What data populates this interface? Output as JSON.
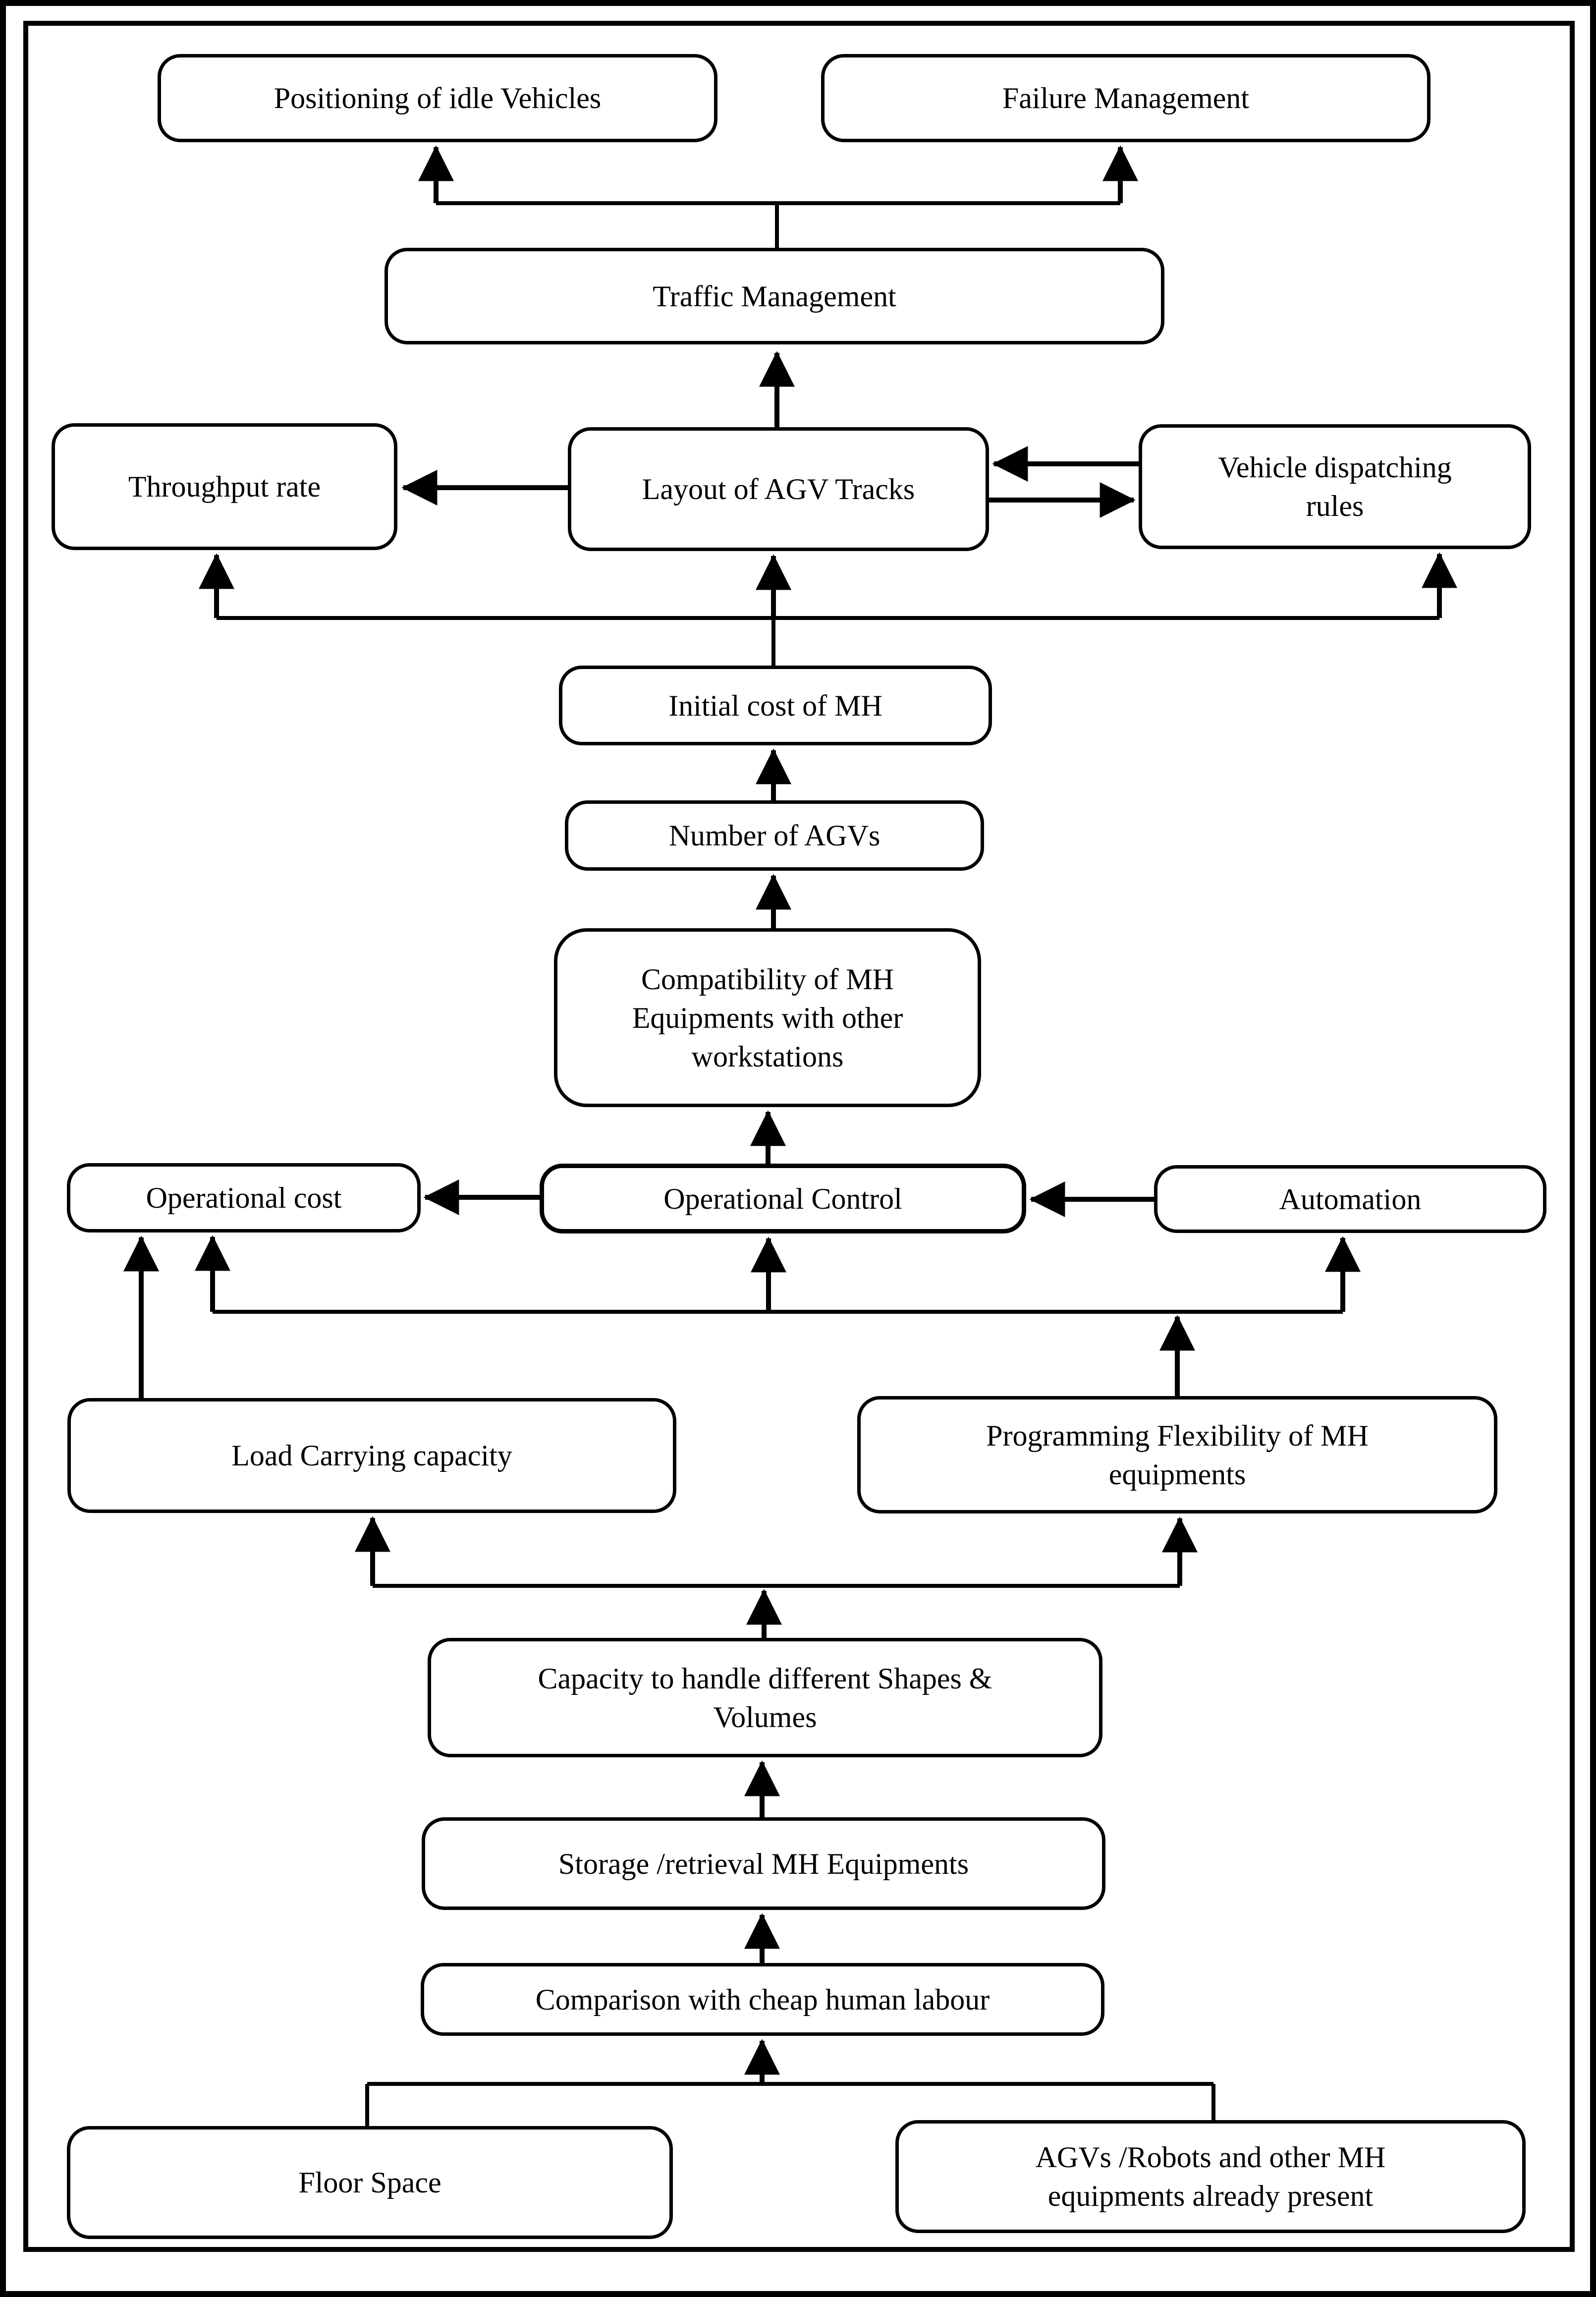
{
  "page": {
    "type": "flowchart",
    "background": "#ffffff",
    "ink": "#000000",
    "border": "double black frame"
  },
  "diagram": {
    "nodes": [
      {
        "id": "positioning",
        "label": "Positioning of idle Vehicles"
      },
      {
        "id": "failure",
        "label": "Failure Management"
      },
      {
        "id": "traffic",
        "label": "Traffic Management"
      },
      {
        "id": "throughput",
        "label": "Throughput rate"
      },
      {
        "id": "layout_tracks",
        "label": "Layout of AGV Tracks"
      },
      {
        "id": "dispatch_rules",
        "label": "Vehicle dispatching\nrules"
      },
      {
        "id": "initial_cost",
        "label": "Initial cost of MH"
      },
      {
        "id": "num_agvs",
        "label": "Number of AGVs"
      },
      {
        "id": "compatibility",
        "label": "Compatibility of MH\nEquipments with other\nworkstations"
      },
      {
        "id": "op_cost",
        "label": "Operational cost"
      },
      {
        "id": "op_control",
        "label": "Operational Control"
      },
      {
        "id": "automation",
        "label": "Automation"
      },
      {
        "id": "load_capacity",
        "label": "Load Carrying capacity"
      },
      {
        "id": "prog_flex",
        "label": "Programming Flexibility of MH\nequipments"
      },
      {
        "id": "capacity_shapes",
        "label": "Capacity to handle different Shapes &\nVolumes"
      },
      {
        "id": "storage",
        "label": "Storage /retrieval MH Equipments"
      },
      {
        "id": "comparison",
        "label": "Comparison with cheap human labour"
      },
      {
        "id": "floor_space",
        "label": "Floor Space"
      },
      {
        "id": "agvs_present",
        "label": "AGVs /Robots and other MH\nequipments already present"
      }
    ],
    "edges": [
      {
        "from": "traffic",
        "to": "positioning"
      },
      {
        "from": "traffic",
        "to": "failure"
      },
      {
        "from": "layout_tracks",
        "to": "traffic"
      },
      {
        "from": "layout_tracks",
        "to": "throughput"
      },
      {
        "from": "dispatch_rules",
        "to": "layout_tracks"
      },
      {
        "from": "layout_tracks",
        "to": "dispatch_rules"
      },
      {
        "from": "initial_cost",
        "to": "throughput"
      },
      {
        "from": "initial_cost",
        "to": "layout_tracks"
      },
      {
        "from": "initial_cost",
        "to": "dispatch_rules"
      },
      {
        "from": "num_agvs",
        "to": "initial_cost"
      },
      {
        "from": "compatibility",
        "to": "num_agvs"
      },
      {
        "from": "op_control",
        "to": "compatibility"
      },
      {
        "from": "op_control",
        "to": "op_cost"
      },
      {
        "from": "automation",
        "to": "op_control"
      },
      {
        "from": "load_capacity",
        "to": "op_cost"
      },
      {
        "from": "prog_flex",
        "to": "op_cost"
      },
      {
        "from": "prog_flex",
        "to": "op_control"
      },
      {
        "from": "prog_flex",
        "to": "automation"
      },
      {
        "from": "capacity_shapes",
        "to": "load_capacity"
      },
      {
        "from": "capacity_shapes",
        "to": "prog_flex"
      },
      {
        "from": "storage",
        "to": "capacity_shapes"
      },
      {
        "from": "comparison",
        "to": "storage"
      },
      {
        "from": "floor_space",
        "to": "comparison"
      },
      {
        "from": "agvs_present",
        "to": "comparison"
      }
    ]
  }
}
